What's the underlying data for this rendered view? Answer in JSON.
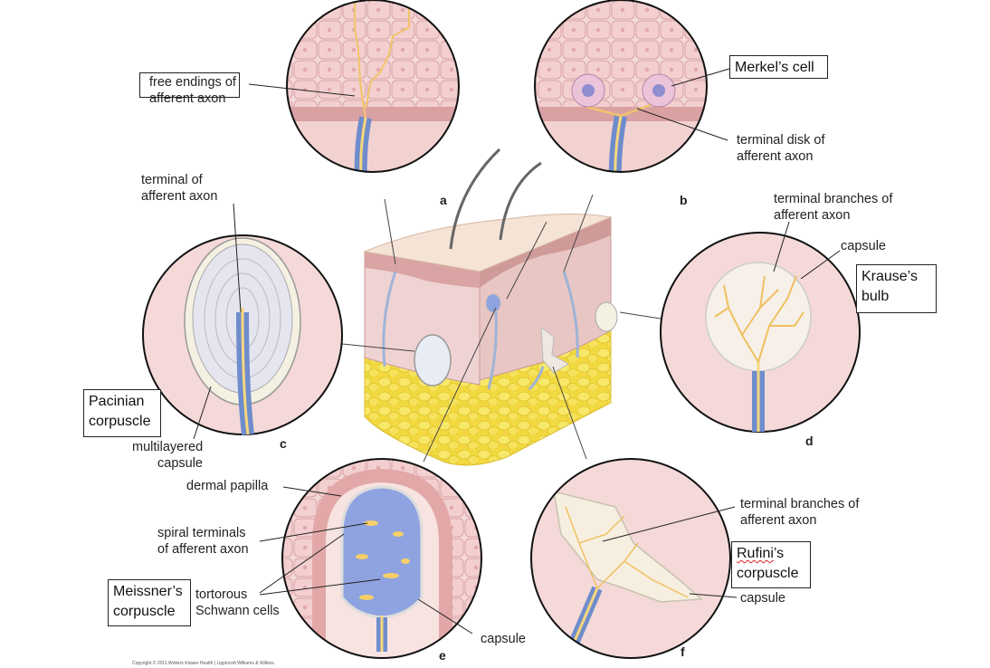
{
  "labels": {
    "free_endings_line1": "free endings of",
    "free_endings_line2": "afferent axon",
    "merkel_cell": "Merkel’s cell",
    "terminal_disk_line1": "terminal disk of",
    "terminal_disk_line2": "afferent axon",
    "terminal_afferent_line1": "terminal of",
    "terminal_afferent_line2": "afferent axon",
    "terminal_branches_d_line1": "terminal branches of",
    "terminal_branches_d_line2": "afferent axon",
    "capsule_d": "capsule",
    "multilayered_line1": "multilayered",
    "multilayered_line2": "capsule",
    "dermal_papilla": "dermal papilla",
    "spiral_line1": "spiral terminals",
    "spiral_line2": "of afferent axon",
    "tortorous_line1": "tortorous",
    "tortorous_line2": "Schwann cells",
    "capsule_e": "capsule",
    "terminal_branches_f_line1": "terminal branches of",
    "terminal_branches_f_line2": "afferent axon",
    "capsule_f": "capsule"
  },
  "boxes": {
    "krause_line1": "Krause’s",
    "krause_line2": "bulb",
    "pacinian_line1": "Pacinian",
    "pacinian_line2": "corpuscle",
    "meissner_line1": "Meissner’s",
    "meissner_line2": "corpuscle",
    "rufini_line1_a": "Rufini",
    "rufini_line1_b": "’s",
    "rufini_line2": "corpuscle"
  },
  "panels": {
    "a": "a",
    "b": "b",
    "c": "c",
    "d": "d",
    "e": "e",
    "f": "f"
  },
  "copyright": "Copyright © 2011 Wolters Kluwer Health | Lippincott Williams & Wilkins",
  "colors": {
    "circle_bg": "#f4d9d8",
    "epithelium": "#f2c7c6",
    "dermis": "#ecc4c3",
    "axon_sheath": "#6f8ccc",
    "axon_core": "#f6d77e",
    "fat": "#f3dc44",
    "capsule": "#f4f0e2",
    "schwann": "#8ea3e0"
  }
}
